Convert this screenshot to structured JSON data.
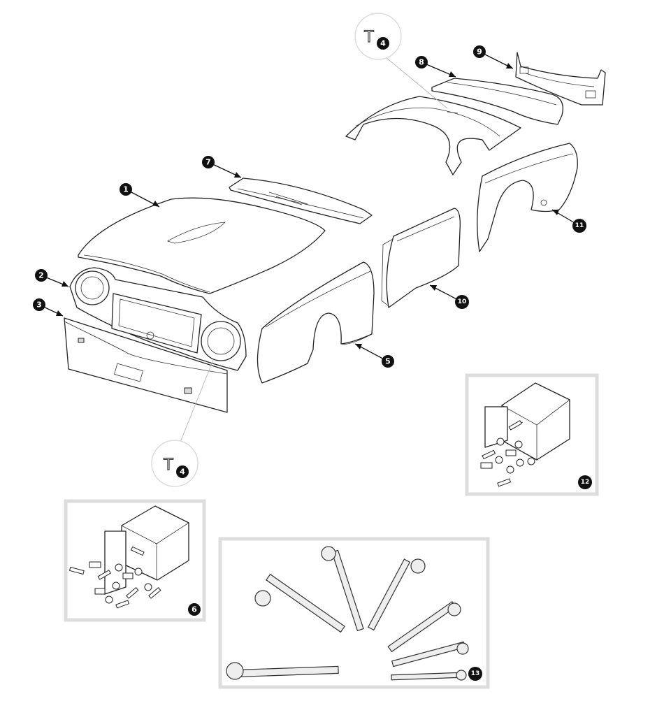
{
  "callouts": [
    {
      "id": "c1",
      "label": "1"
    },
    {
      "id": "c2",
      "label": "2"
    },
    {
      "id": "c3",
      "label": "3"
    },
    {
      "id": "c5",
      "label": "5"
    },
    {
      "id": "c6",
      "label": "6"
    },
    {
      "id": "c7",
      "label": "7"
    },
    {
      "id": "c8",
      "label": "8"
    },
    {
      "id": "c9",
      "label": "9"
    },
    {
      "id": "c10",
      "label": "10"
    },
    {
      "id": "c11",
      "label": "11"
    },
    {
      "id": "c12",
      "label": "12"
    },
    {
      "id": "c13",
      "label": "13"
    }
  ],
  "tool_badges": [
    {
      "id": "t-top",
      "letter": "T",
      "number": "4"
    },
    {
      "id": "t-bottom",
      "letter": "T",
      "number": "4"
    }
  ],
  "colors": {
    "outline": "#222222",
    "callout_fill": "#111111",
    "inset_frame": "#dddddd",
    "badge_circle": "#dddddd"
  }
}
